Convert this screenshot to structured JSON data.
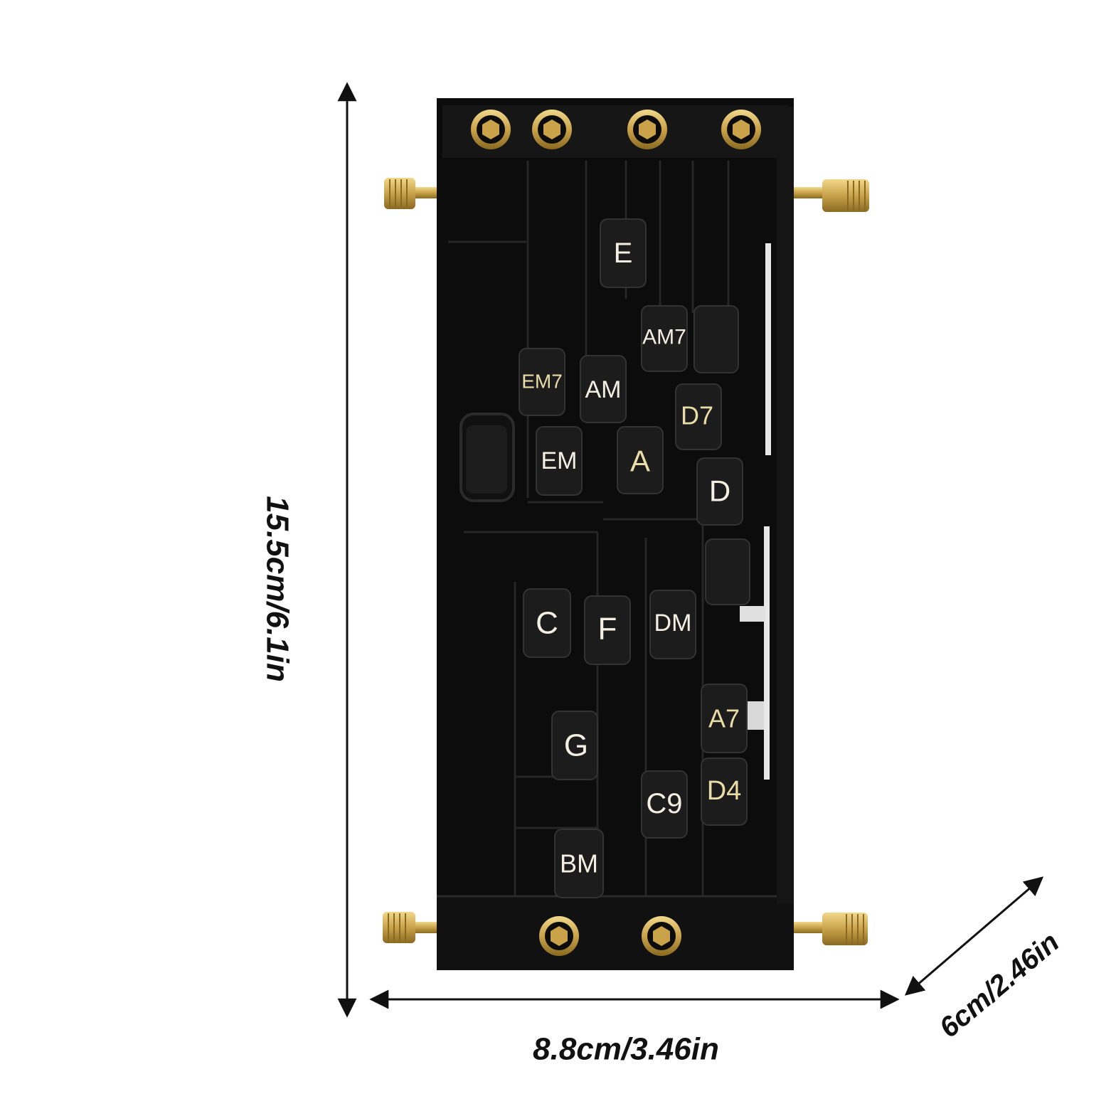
{
  "dimensions": {
    "height": "15.5cm/6.1in",
    "width": "8.8cm/3.46in",
    "depth": "6cm/2.46in"
  },
  "chord_keys": [
    {
      "id": "e",
      "label": "E"
    },
    {
      "id": "am7",
      "label": "AM7"
    },
    {
      "id": "em7",
      "label": "EM7"
    },
    {
      "id": "am",
      "label": "AM"
    },
    {
      "id": "d7",
      "label": "D7"
    },
    {
      "id": "em",
      "label": "EM"
    },
    {
      "id": "a",
      "label": "A"
    },
    {
      "id": "d",
      "label": "D"
    },
    {
      "id": "c",
      "label": "C"
    },
    {
      "id": "f",
      "label": "F"
    },
    {
      "id": "dm",
      "label": "DM"
    },
    {
      "id": "a7",
      "label": "A7"
    },
    {
      "id": "g",
      "label": "G"
    },
    {
      "id": "c9",
      "label": "C9"
    },
    {
      "id": "d4",
      "label": "D4"
    },
    {
      "id": "bm",
      "label": "BM"
    }
  ],
  "colors": {
    "body": "#0c0c0c",
    "key": "#1c1c1c",
    "brass": "#c9a24a",
    "label": "#f3efe2"
  }
}
